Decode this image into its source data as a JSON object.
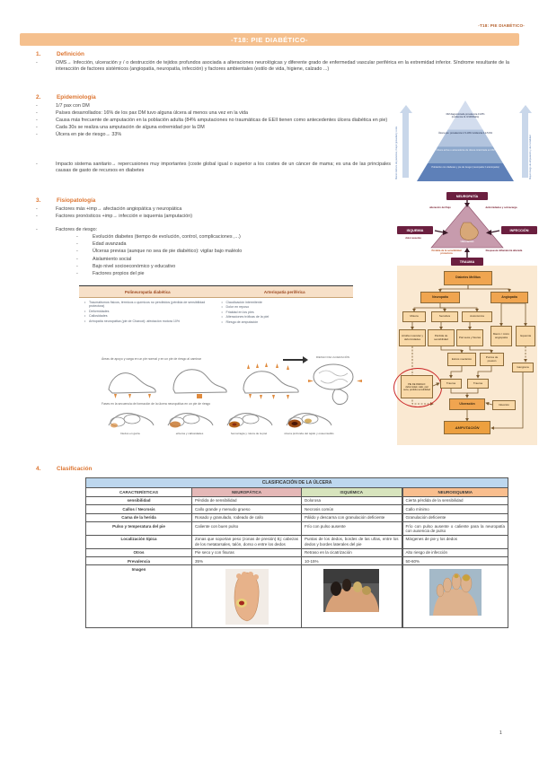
{
  "page": {
    "header_right": "-T18: PIE DIABÉTICO-",
    "title": "-T18: PIE DIABÉTICO-",
    "page_number": "1"
  },
  "colors": {
    "accent_orange": "#dd7531",
    "banner": "#f5c08e",
    "table_title_blue": "#bdd7ee",
    "neuropatica_pink": "#e5b8b7",
    "isquemica_green": "#d7e4bd",
    "neuroisquemia_orange": "#f9be8e",
    "maroon": "#6b1f3f",
    "flow_bg": "#fae9d2"
  },
  "definicion": {
    "number": "1.",
    "heading": "Definición",
    "bullet": "OMS→ Infección, ulceración y / o destrucción de tejidos profundos asociada a alteraciones neurológicas y diferente grado de enfermedad vascular periférica en la extremidad inferior. Síndrome resultante de la interacción de factores sistémicos (angiopatía, neuropatía, infección) y factores ambientales (estilo de vida, higiene, calzado ...)"
  },
  "epi": {
    "number": "2.",
    "heading": "Epidemiología",
    "bullets": [
      "1/7 pax con DM",
      "Países desarrollados: 16% de los pax DM tuvo alguna úlcera al menos una vez en la vida",
      "Causa más frecuente de amputación en la población adulta (84% amputaciones no traumáticas de EEII tienen como antecedentes úlcera diabética en pie)",
      "Cada 30s se realiza una amputación de alguna extremidad por la DM",
      "Úlcera en pie de riesgo→ 33%"
    ],
    "impact": "Impacto sistema sanitario→ repercusiones muy importantes (coste global igual o superior a los costes de un cáncer de mama; es una de las principales causas de gasto de recursos en diabetes"
  },
  "pyramid": {
    "levels": [
      "DM diagnosticada prevalencia 13.8% (incidencia 11.6/1000/año)",
      "Úlcera pie: prevalencia 1.5-10% incidencia 2.2-5.9%",
      "Úlcera activa o antecedente de úlcera cicatrizada en DM",
      "Población con diabetes y pie de riesgo (neuropatía ± arteriopatía)"
    ],
    "left_arrow_text": "Menor número de pacientes, mayor gravedad y coste",
    "right_arrow_text": "Mayor riesgo de amputación y de mortalidad"
  },
  "fisio": {
    "number": "3.",
    "heading": "Fisiopatología",
    "bullets": [
      "Factores más +imp→ afectación angiopática y neuropática",
      "Factores pronósticos +imp→ infección e isquemia (amputación)"
    ],
    "risk_label": "Factores de riesgo:",
    "risk_items": [
      "Evolución diabetes (tiempo de evolución, control, complicaciones ,...)",
      "Edad avanzada",
      "Úlceras previas (aunque no sea de pie diabético): vigilar bajo maléolo",
      "Aislamiento social",
      "Bajo nivel socioeconómico y educativo",
      "Factores propios del pie"
    ]
  },
  "pnp_table": {
    "headers": [
      "Polineuropatía diabética",
      "Arteriopatía periférica"
    ],
    "left_items": [
      "Traumatismos físicos, térmicos o químicos no percibidos (pérdida de sensibilidad protectora)",
      "Deformidades",
      "Callosidades",
      "Artropatía neuropática (pie de Charcot): afectación motora 10%"
    ],
    "right_items": [
      "Claudicación intermitente",
      "Dolor en reposo",
      "Frialdad en los pies",
      "Alteraciones tróficas de la piel",
      "Riesgo de amputación"
    ]
  },
  "feet_diagram": {
    "caption_top": "Áreas de apoyo y carga en un pie normal y en un pie de riesgo al caminar",
    "risk_circle": "RIESGO DE ULCERACIÓN",
    "caption_mid": "Fases en la secuencia de formación de la úlcera neuropática en un pie de riesgo",
    "stage_captions": [
      "Dedos en garra",
      "eritema y callosidades",
      "hemorragia y rotura de la piel",
      "úlcera profunda del tejido y osteomielitis"
    ]
  },
  "triad": {
    "top": "NEUROPATÍA",
    "left": "ISQUEMIA",
    "right": "INFECCIÓN",
    "bottom": "TRAUMA",
    "center": "Ulceración",
    "ann_left_top": "alteración del flujo",
    "ann_right_top": "deformidades y sobrecarga",
    "ann_bottom_left": "dolor ausente",
    "ann_bottom_center": "Pérdida de la sensibilidad protectora",
    "ann_bottom_right": "Respuesta inflamatoria alterada"
  },
  "flowchart": {
    "dm": "Diabetes Mellitus",
    "neuropatia": "Neuropatía",
    "angiopatia": "Angiopatía",
    "motora": "Motora",
    "sensitiva": "Sensitiva",
    "autonomica": "Autonómica",
    "atrofia": "Atrofia muscular y deformidades",
    "perdida": "Pérdida de sensibilidad",
    "piel": "Piel seca y fisuras",
    "macro": "Macro / micro angiopatía",
    "isquemia": "Isquemia",
    "estres": "Estrés mecánico",
    "presion": "Puntos de presión",
    "pie_riesgo": "PIE DE RIESGO: deformidad, callo, piel seca, pérdida sensibilidad",
    "trauma1": "Trauma",
    "trauma2": "Trauma",
    "gangrena": "Gangrena",
    "ulceracion": "Ulceración",
    "infeccion": "Infección",
    "amputacion": "AMPUTACIÓN"
  },
  "clasificacion": {
    "number": "4.",
    "heading": "Clasificación"
  },
  "ut": {
    "title": "CLASIFICACIÓN DE LA ÚLCERA",
    "col_headers": [
      "CARACTERÍSTICAS",
      "NEUROPÁTICA",
      "ISQUÉMICA",
      "NEUROISQUEMIA"
    ],
    "rows": [
      {
        "label": "sensibilidad",
        "cells": [
          "Pérdida de sensibilidad",
          "Dolorosa",
          "Cierta pérdida de la sensibilidad"
        ]
      },
      {
        "label": "Callos / Necrosis",
        "cells": [
          "Callo grande y menudo grueso",
          "Necrosis común",
          "Callo mínimo"
        ]
      },
      {
        "label": "Cama de la herida",
        "cells": [
          "Rosado y granulado, rodeado de callo",
          "Pálido y descarna con granulación deficiente",
          "Granulación deficiente"
        ]
      },
      {
        "label": "Pulso y temperatura del pie",
        "cells": [
          "Caliente con buen pulso",
          "Frío con pulso ausente",
          "Frío con pulso ausente o caliente para la neuropatía con ausencia de pulso"
        ]
      },
      {
        "label": "Localización típica",
        "cells": [
          "Zonas que soportan peso (zonas de presión) Ej: cabezas de los metatarsales, talón, dorso o entre los dedos",
          "Puntas de los dedos, bordes de las uñas, entre los dedos y bordes laterales del pie",
          "Márgenes de pie y los dedos"
        ]
      },
      {
        "label": "Otros",
        "cells": [
          "Pie seco y con fisuras",
          "Retraso en la cicatrización",
          "Alto riesgo de infección"
        ]
      },
      {
        "label": "Prevalencia",
        "cells": [
          "35%",
          "10-15%",
          "50-60%"
        ]
      }
    ],
    "image_row_label": "Imagen"
  }
}
